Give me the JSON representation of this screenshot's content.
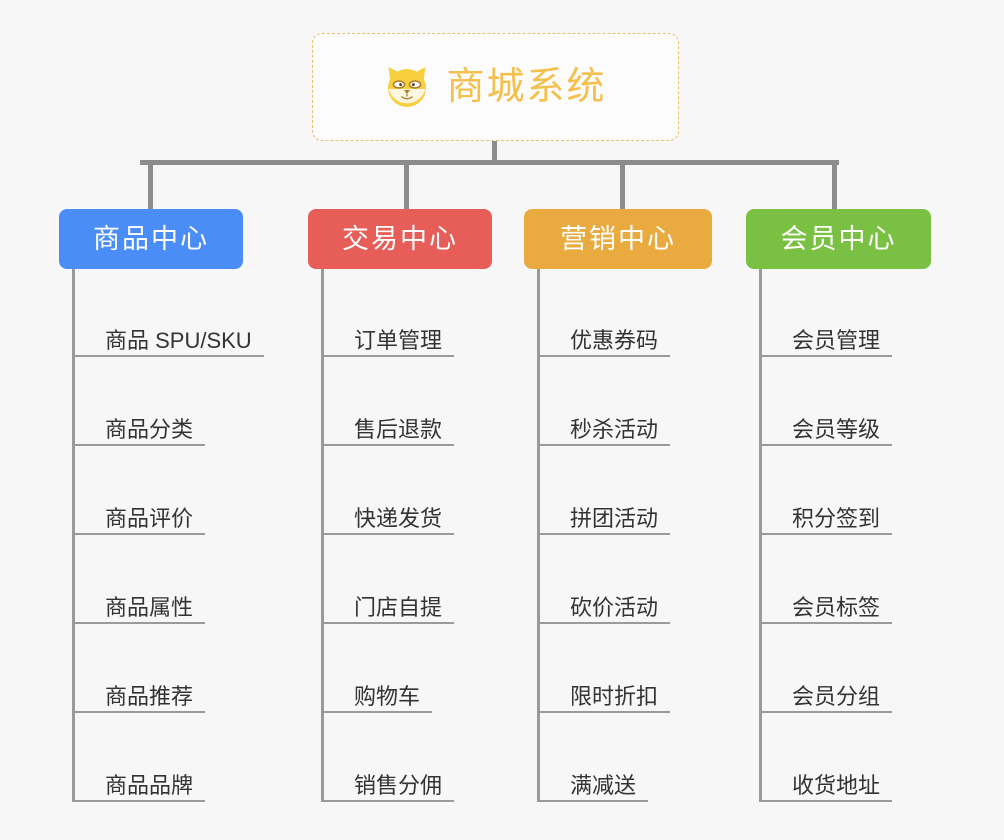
{
  "root": {
    "title": "商城系统",
    "icon": "shiba-dog-icon",
    "border_color": "#e8bf6a",
    "text_color": "#f5bf4b",
    "background": "#fcfcfc"
  },
  "canvas": {
    "background": "#f7f7f7",
    "connector_color": "#8c8c8c"
  },
  "branches": [
    {
      "label": "商品中心",
      "color": "#4a8df6",
      "items": [
        "商品 SPU/SKU",
        "商品分类",
        "商品评价",
        "商品属性",
        "商品推荐",
        "商品品牌"
      ]
    },
    {
      "label": "交易中心",
      "color": "#e75e58",
      "items": [
        "订单管理",
        "售后退款",
        "快递发货",
        "门店自提",
        "购物车",
        "销售分佣"
      ]
    },
    {
      "label": "营销中心",
      "color": "#e9ab3f",
      "items": [
        "优惠券码",
        "秒杀活动",
        "拼团活动",
        "砍价活动",
        "限时折扣",
        "满减送"
      ]
    },
    {
      "label": "会员中心",
      "color": "#7ac143",
      "items": [
        "会员管理",
        "会员等级",
        "积分签到",
        "会员标签",
        "会员分组",
        "收货地址"
      ]
    }
  ]
}
